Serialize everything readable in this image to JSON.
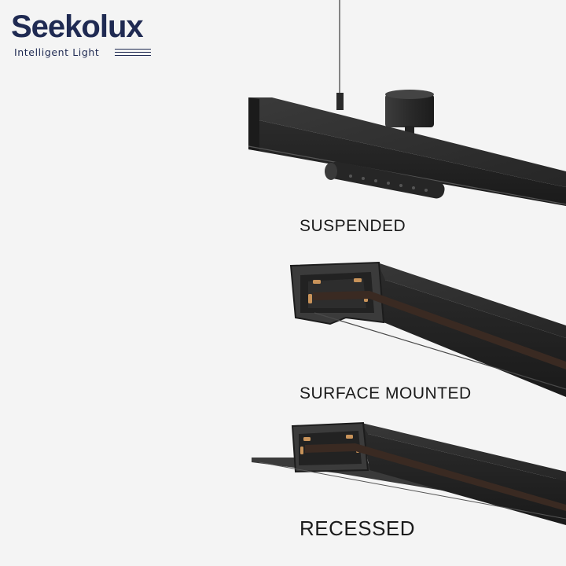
{
  "brand": {
    "name": "Seekolux",
    "tagline": "Intelligent Light",
    "color": "#1f2a52"
  },
  "products": [
    {
      "label": "SUSPENDED",
      "icon": "suspended-track-illustration"
    },
    {
      "label": "SURFACE MOUNTED",
      "icon": "surface-mounted-track-illustration"
    },
    {
      "label": "RECESSED",
      "icon": "recessed-track-illustration"
    }
  ],
  "colors": {
    "background": "#f4f4f4",
    "track": "#2b2b2b",
    "contact": "#c8935a"
  }
}
